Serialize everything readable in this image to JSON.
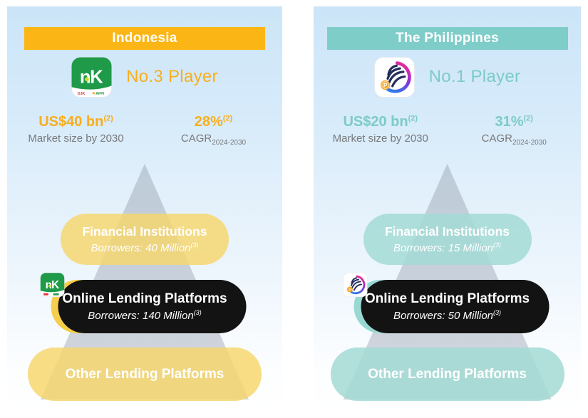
{
  "panels": [
    {
      "country": "Indonesia",
      "player_rank": "No.3 Player",
      "app_icon": "adakami-app-icon",
      "market_size": {
        "value": "US$40 bn",
        "footnote": "(2)",
        "label": "Market size by 2030"
      },
      "cagr": {
        "value": "28%",
        "footnote": "(2)",
        "label": "CAGR",
        "period": "2024-2030"
      },
      "pyramid": [
        {
          "title": "Financial Institutions",
          "subtitle": "Borrowers: 40 Million",
          "footnote": "(3)"
        },
        {
          "title": "Online Lending Platforms",
          "subtitle": "Borrowers: 140 Million",
          "footnote": "(3)"
        },
        {
          "title": "Other Lending Platforms"
        }
      ],
      "colors": {
        "header": "#FBB616",
        "pill_light": "#F7D56A",
        "pill_strong": "#F1C41E",
        "accent_text": "#F9AE1E"
      }
    },
    {
      "country": "The Philippines",
      "player_rank": "No.1 Player",
      "app_icon": "juanhand-app-icon",
      "market_size": {
        "value": "US$20 bn",
        "footnote": "(2)",
        "label": "Market size by 2030"
      },
      "cagr": {
        "value": "31%",
        "footnote": "(2)",
        "label": "CAGR",
        "period": "2024-2030"
      },
      "pyramid": [
        {
          "title": "Financial Institutions",
          "subtitle": "Borrowers: 15 Million",
          "footnote": "(3)"
        },
        {
          "title": "Online Lending Platforms",
          "subtitle": "Borrowers: 50 Million",
          "footnote": "(3)"
        },
        {
          "title": "Other Lending Platforms"
        }
      ],
      "colors": {
        "header": "#7FCDC9",
        "pill_light": "#A3DBD5",
        "pill_strong": "#85CFC9",
        "accent_text": "#7CCBC7"
      }
    }
  ],
  "icons": {
    "adakami_badges": [
      "ojk-badge",
      "afpi-badge"
    ],
    "juanhand_parts": [
      "hand-swirl-icon",
      "gradient-arc",
      "peso-coin-icon"
    ]
  }
}
